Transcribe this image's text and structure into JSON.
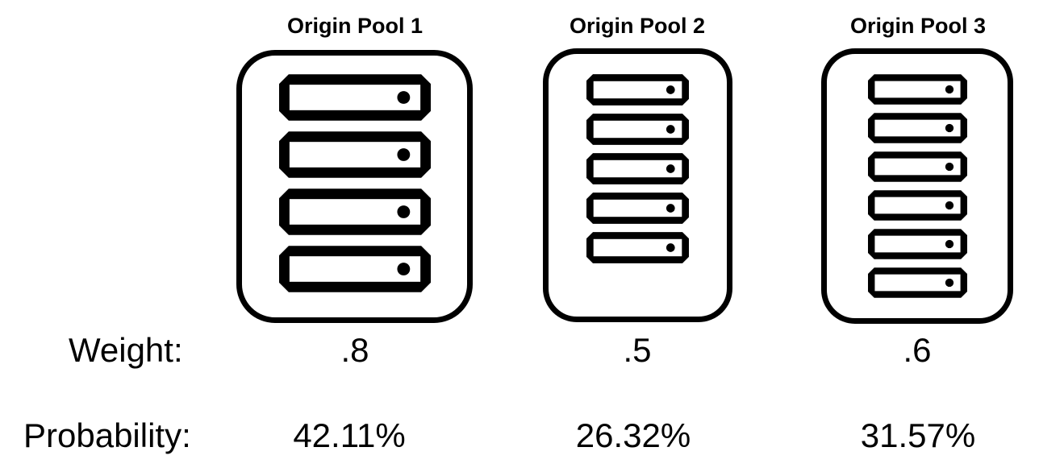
{
  "diagram": {
    "description": "Weighted origin pools with selection probabilities"
  },
  "labels": {
    "weight": "Weight:",
    "probability": "Probability:"
  },
  "pools": [
    {
      "title": "Origin Pool 1",
      "server_count": 4,
      "weight": ".8",
      "probability": "42.11%"
    },
    {
      "title": "Origin Pool 2",
      "server_count": 5,
      "weight": ".5",
      "probability": "26.32%"
    },
    {
      "title": "Origin Pool 3",
      "server_count": 6,
      "weight": ".6",
      "probability": "31.57%"
    }
  ],
  "icons": {
    "server": "server-icon"
  },
  "colors": {
    "foreground": "#000000",
    "background": "#ffffff"
  }
}
